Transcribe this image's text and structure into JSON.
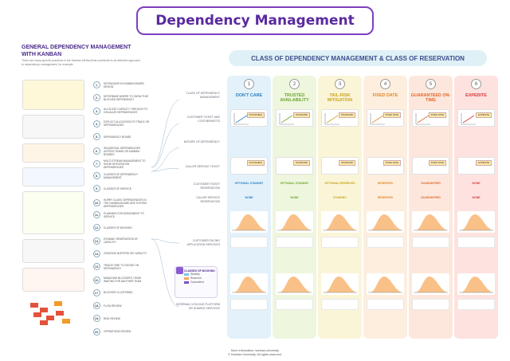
{
  "title": "Dependency Management",
  "left": {
    "title": "GENERAL DEPENDENCY MANAGEMENT WITH KANBAN",
    "description": "There are many specific practices in the Kanban Method that contribute to an effective approach to dependency management, for example:",
    "steps": [
      {
        "n": "1.",
        "label": "DISTINGUISH IN KANBAN BOARD DESIGN"
      },
      {
        "n": "2.",
        "label": "DETERMINE WHERE TO SHOW THAT BLOCKED DEPENDENCY"
      },
      {
        "n": "3.",
        "label": "ALLOCATE CAPACITY THROUGH TO VISUALIZE DEPENDENCIES"
      },
      {
        "n": "4.",
        "label": "EXPLICIT ALLOCATION TO TRACK OR DEPENDENCIES"
      },
      {
        "n": "5.",
        "label": "DEPENDENCY BOARD"
      },
      {
        "n": "6.",
        "label": "SEQUENTIAL DEPENDENCIES ACROSS TEAMS OR KANBAN BOARDS"
      },
      {
        "n": "7.",
        "label": "MULTI-STREAM MANAGEMENT TO SHOW INTEGRATION DEPENDENCIES"
      },
      {
        "n": "8.",
        "label": "CLASSES OF DEPENDENCY MANAGEMENT"
      },
      {
        "n": "9.",
        "label": "CLASSES OF SERVICE"
      },
      {
        "n": "10.",
        "label": "HURRY CLASS: DEPENDENCIES IN THE KANBAN BOARD ARE SYSTEM DEPENDENCIES"
      },
      {
        "n": "11.",
        "label": "PLANNING FOR ASSIGNMENT TO SERVICE"
      },
      {
        "n": "12.",
        "label": "CLASSES OF BOOKING"
      },
      {
        "n": "13.",
        "label": "DYNAMIC RESERVATION OF CAPACITY"
      },
      {
        "n": "14.",
        "label": "CREATING BUFFERS OR CAPACITY"
      },
      {
        "n": "15.",
        "label": "TRIAGE TIME TO DECIDE ON DEPENDENCY"
      },
      {
        "n": "16.",
        "label": "MANAGING BLOCKERS: ITEMS WAITING FOR ANOTHER TEAM"
      },
      {
        "n": "17.",
        "label": "BLOCKER CLUSTERING"
      },
      {
        "n": "18.",
        "label": "FLOW REVIEW"
      },
      {
        "n": "19.",
        "label": "RISK REVIEW"
      },
      {
        "n": "20.",
        "label": "OPERATIONS REVIEW"
      }
    ]
  },
  "right": {
    "banner": "CLASS OF DEPENDENCY MANAGEMENT & CLASS OF RESERVATION",
    "row_labels": [
      "CLASS OF DEPENDENCY MANAGEMENT",
      "CUSTOMER TICKET AND COST/BENEFITS",
      "NATURE OF DEPENDENCY",
      "CALLER SERVICE TICKET",
      "CUSTOMER TICKET RESERVATION",
      "CALLER SERVICE RESERVATION",
      "CUSTOMER-FACING APPLICATION SERVICES",
      "INTERNALLY-FACING PLATFORM OR SHARED SERVICES"
    ],
    "columns": [
      {
        "n": "1",
        "name": "DON'T CARE",
        "color": "#e3f1fb",
        "text_color": "#2d7fc0",
        "tag": "INTANGIBLE",
        "standby": "OPTIONAL STANDBY",
        "reserve": "NONE"
      },
      {
        "n": "2",
        "name": "TRUSTED AVAILABILITY",
        "color": "#eef6dd",
        "text_color": "#6ea532",
        "tag": "STANDARD",
        "standby": "OPTIONAL STANDBY",
        "reserve": "NONE"
      },
      {
        "n": "3",
        "name": "TAIL-RISK MITIGATION",
        "color": "#fbf5d8",
        "text_color": "#c9a41c",
        "tag": "STANDARD",
        "standby": "OPTIONAL RESERVED",
        "reserve": "STANDBY"
      },
      {
        "n": "4",
        "name": "FIXED DATE",
        "color": "#fdeede",
        "text_color": "#e0892c",
        "tag": "FIXED DATE",
        "standby": "RESERVED",
        "reserve": "RESERVED"
      },
      {
        "n": "5",
        "name": "GUARANTEED ON-TIME",
        "color": "#fde7dc",
        "text_color": "#e3672d",
        "tag": "FIXED DATE",
        "standby": "GUARANTEED",
        "reserve": "GUARANTEED"
      },
      {
        "n": "6",
        "name": "EXPEDITE",
        "color": "#fde2e0",
        "text_color": "#d8393a",
        "tag": "EXPEDITE",
        "standby": "NONE",
        "reserve": "NONE"
      }
    ],
    "legend": {
      "title": "CLASSES OF BOOKING",
      "items": [
        {
          "label": "Standby",
          "color": "#7ec3e8"
        },
        {
          "label": "Reserved",
          "color": "#f2a65a"
        },
        {
          "label": "Guaranteed",
          "color": "#7a4fc8"
        }
      ]
    }
  },
  "footer": {
    "line1": "More information: kanban.university",
    "line2": "© Kanban University. All rights reserved."
  }
}
